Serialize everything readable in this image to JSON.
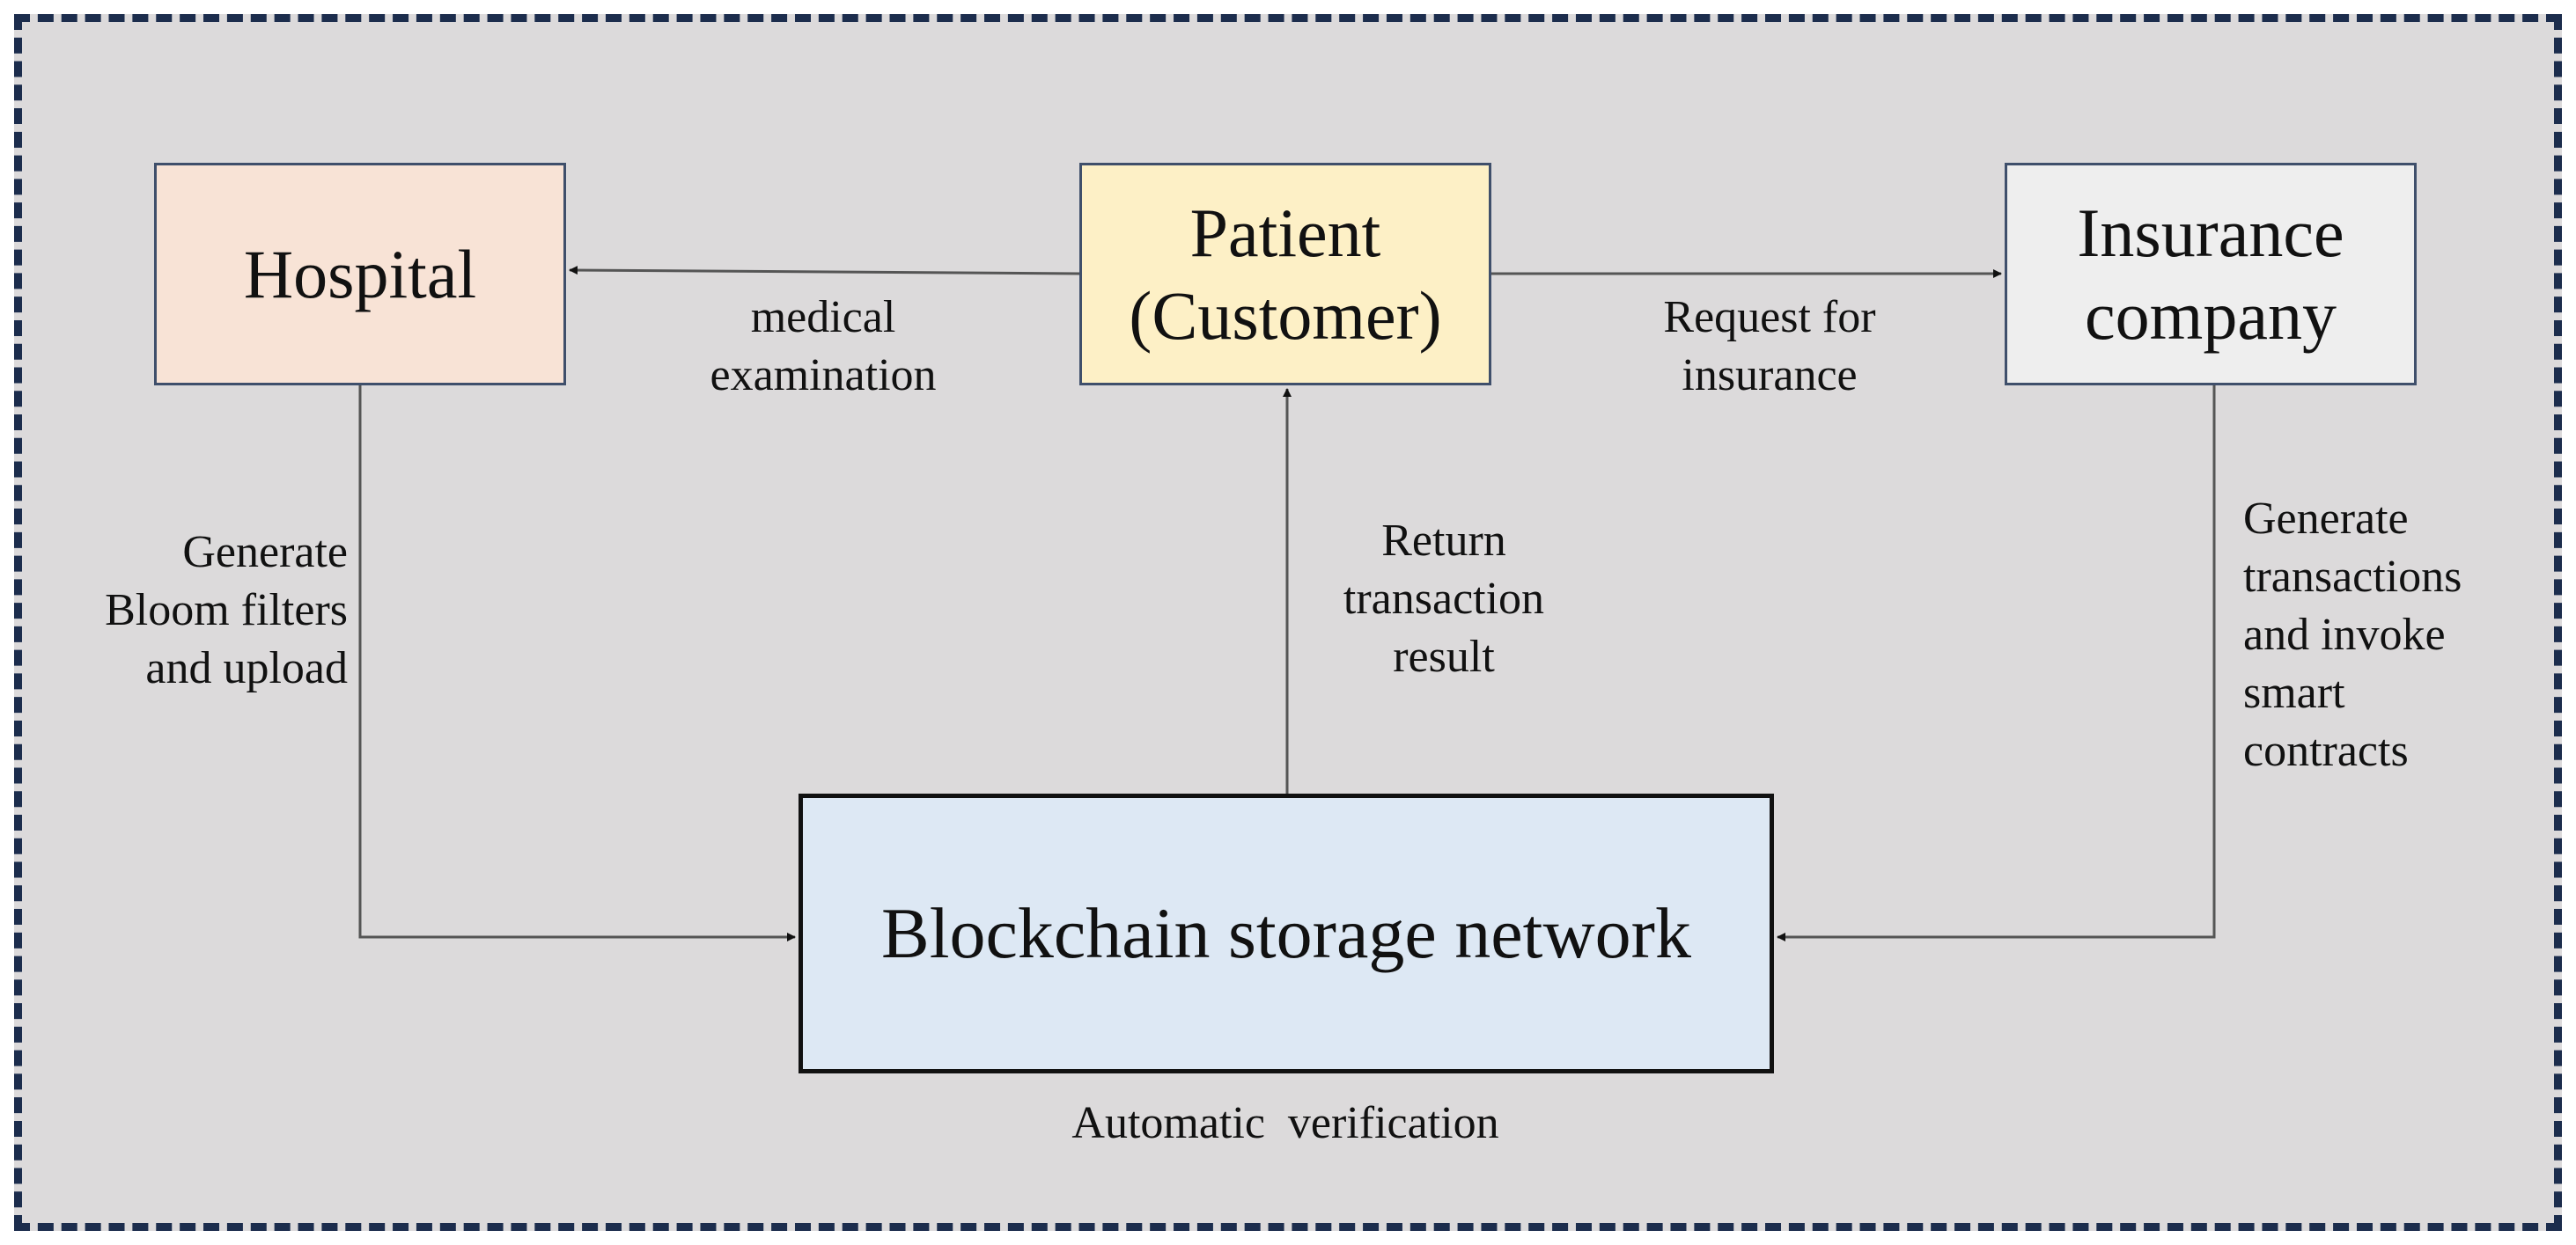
{
  "nodes": {
    "hospital": "Hospital",
    "patient": "Patient\n(Customer)",
    "insurance": "Insurance\ncompany",
    "blockchain": "Blockchain storage network"
  },
  "edges": {
    "medical_examination": "medical\nexamination",
    "request_for_insurance": "Request for\ninsurance",
    "return_transaction_result": "Return\ntransaction\nresult",
    "generate_bloom": "Generate\nBloom filters\nand upload",
    "generate_transactions": "Generate\ntransactions\nand invoke\nsmart\ncontracts",
    "automatic_verification": "Automatic  verification"
  },
  "colors": {
    "frame_background": "#dcdadb",
    "frame_border": "#1c2d4d",
    "hospital_fill": "#f8e3d6",
    "patient_fill": "#fdf0c6",
    "insurance_fill": "#eeeeee",
    "blockchain_fill": "#dde8f4",
    "connector": "#555555",
    "arrowhead": "#111111"
  }
}
